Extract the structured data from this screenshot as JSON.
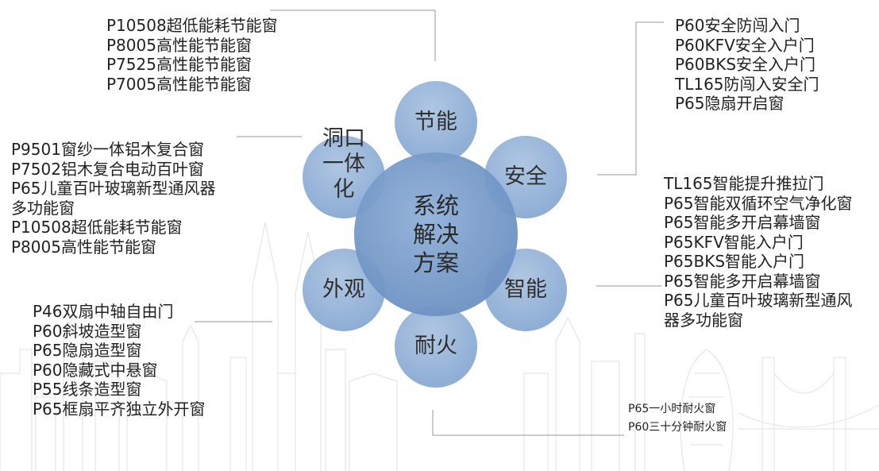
{
  "center": [
    "系统",
    "解决",
    "方案"
  ],
  "satellites": {
    "top": "节能",
    "upper_right": "安全",
    "lower_right": "智能",
    "bottom": "耐火",
    "lower_left": "外观",
    "upper_left": [
      "洞口",
      "一体",
      "化"
    ]
  },
  "groups": {
    "energy": [
      "P10508超低能耗节能窗",
      "P8005高性能节能窗",
      "P7525高性能节能窗",
      "P7005高性能节能窗"
    ],
    "security": [
      "P60安全防闯入门",
      "P60KFV安全入户门",
      "P60BKS安全入户门",
      "TL165防闯入安全门",
      "P65隐扇开启窗"
    ],
    "integration": [
      "P9501窗纱一体铝木复合窗",
      "P7502铝木复合电动百叶窗",
      "P65儿童百叶玻璃新型通风器",
      "多功能窗",
      "P10508超低能耗节能窗",
      "P8005高性能节能窗"
    ],
    "smart": [
      "TL165智能提升推拉门",
      "P65智能双循环空气净化窗",
      "P65智能多开启幕墙窗",
      "P65KFV智能入户门",
      "P65BKS智能入户门",
      "P65智能多开启幕墙窗",
      "P65儿童百叶玻璃新型通风",
      "器多功能窗"
    ],
    "appearance": [
      "P46双扇中轴自由门",
      "P60斜坡造型窗",
      "P65隐扇造型窗",
      "P60隐藏式中悬窗",
      "P55线条造型窗",
      "P65框扇平齐独立外开窗"
    ],
    "fire": [
      "P65一小时耐火窗",
      "P60三十分钟耐火窗"
    ]
  }
}
